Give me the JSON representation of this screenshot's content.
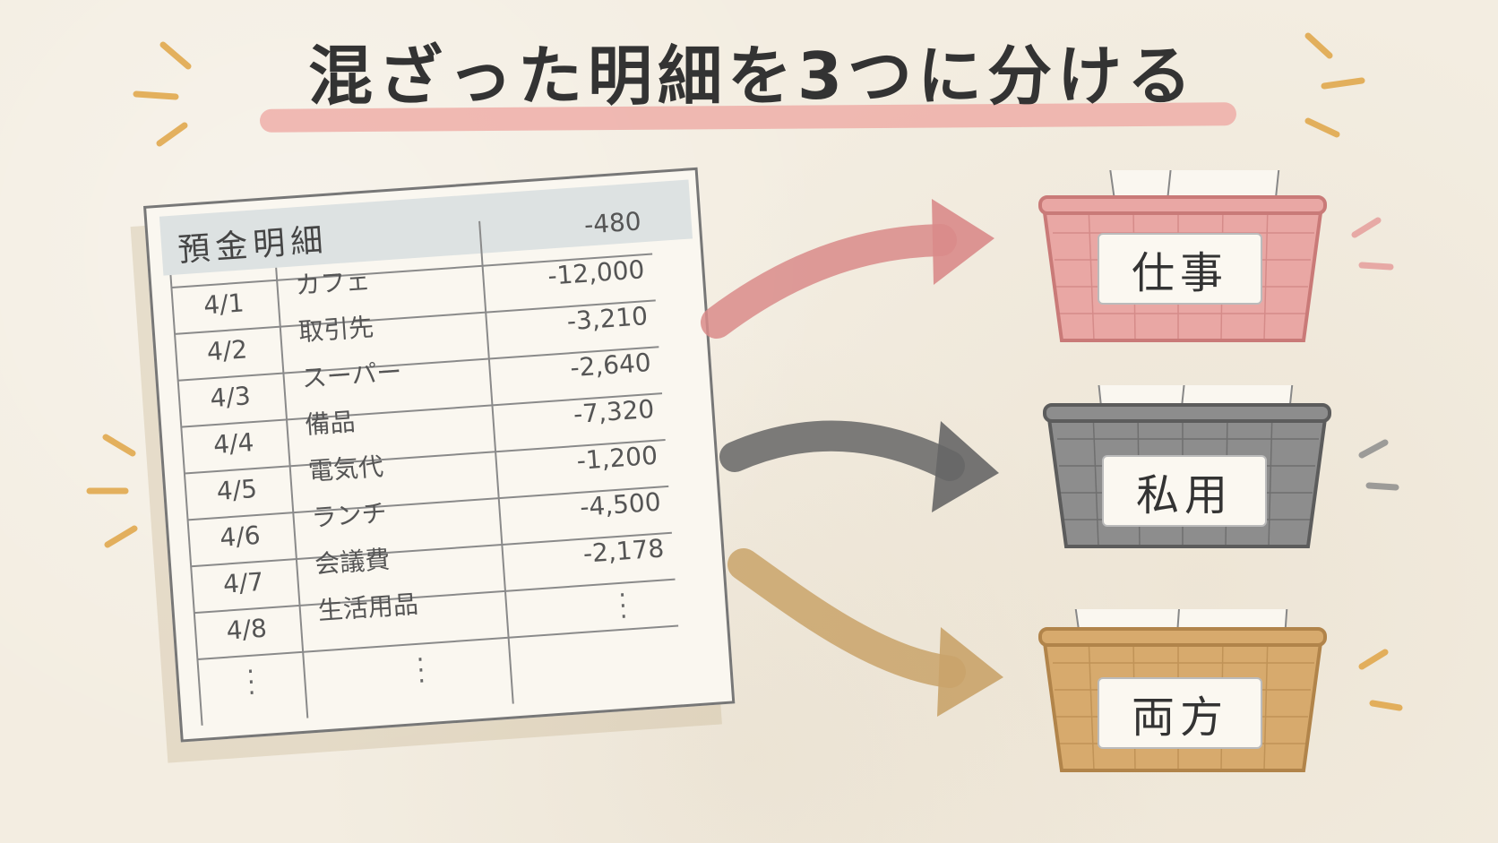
{
  "title": "混ざった明細を3つに分ける",
  "statement": {
    "title": "預金明細",
    "header_amount": "-480",
    "rows": [
      {
        "date": "4/1",
        "desc": "カフェ",
        "amount": "-12,000"
      },
      {
        "date": "4/2",
        "desc": "取引先",
        "amount": "-3,210"
      },
      {
        "date": "4/3",
        "desc": "スーパー",
        "amount": "-2,640"
      },
      {
        "date": "4/4",
        "desc": "備品",
        "amount": "-7,320"
      },
      {
        "date": "4/5",
        "desc": "電気代",
        "amount": "-1,200"
      },
      {
        "date": "4/6",
        "desc": "ランチ",
        "amount": "-4,500"
      },
      {
        "date": "4/7",
        "desc": "会議費",
        "amount": "-2,178"
      },
      {
        "date": "4/8",
        "desc": "生活用品",
        "amount": ""
      }
    ]
  },
  "baskets": [
    {
      "label": "仕事",
      "color": "#e9a7a4",
      "dark": "#c97a78"
    },
    {
      "label": "私用",
      "color": "#8d8d8d",
      "dark": "#5c5c5c"
    },
    {
      "label": "両方",
      "color": "#d7aa6d",
      "dark": "#b1844a"
    }
  ],
  "colors": {
    "background": "#f3ede1",
    "pink_arrow": "#d98b8a",
    "gray_arrow": "#666666",
    "tan_arrow": "#c9a36a",
    "spark": "#e0a546"
  }
}
